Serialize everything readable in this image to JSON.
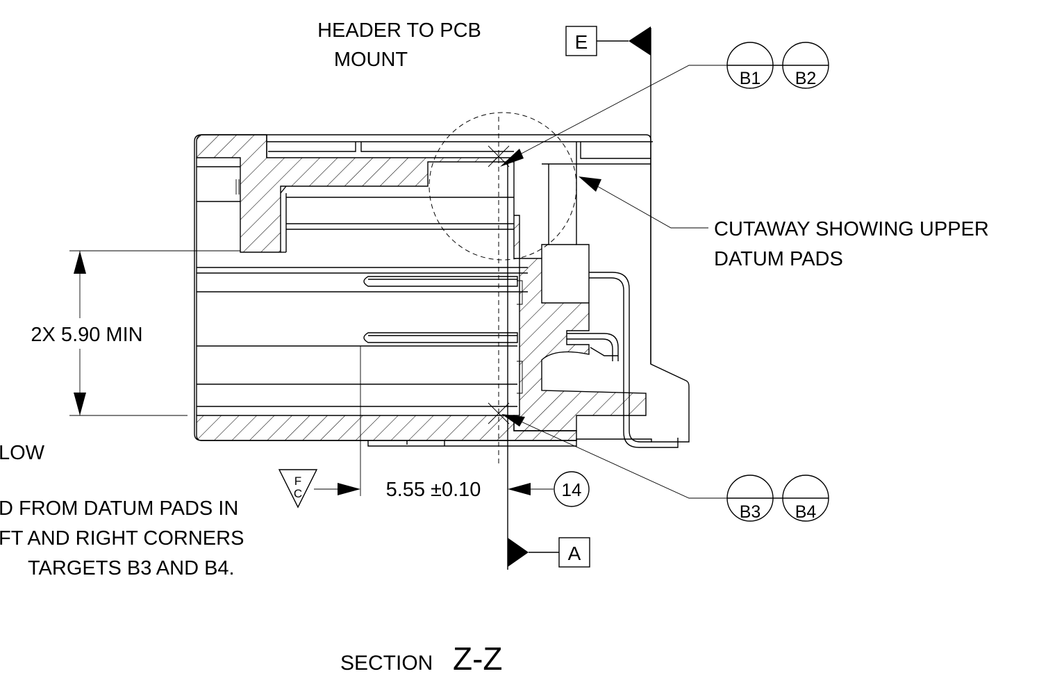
{
  "labels": {
    "header_line1": "HEADER TO PCB",
    "header_line2": "MOUNT",
    "cutaway_line1": "CUTAWAY SHOWING UPPER",
    "cutaway_line2": "DATUM PADS",
    "dim_height": "2X 5.90 MIN",
    "dim_width": "5.55 ±0.10",
    "note_low": "LOW",
    "note_line1": "D FROM DATUM PADS IN",
    "note_line2": "FT AND RIGHT CORNERS",
    "note_line3": "TARGETS B3 AND B4.",
    "section_prefix": "SECTION",
    "section_id": "Z-Z"
  },
  "datums": {
    "top_flag": "E",
    "bottom_flag": "A",
    "targets_top": [
      "B1",
      "B2"
    ],
    "targets_bottom": [
      "B3",
      "B4"
    ]
  },
  "balloon": "14",
  "fc_symbol": {
    "top": "F",
    "bottom": "C"
  }
}
